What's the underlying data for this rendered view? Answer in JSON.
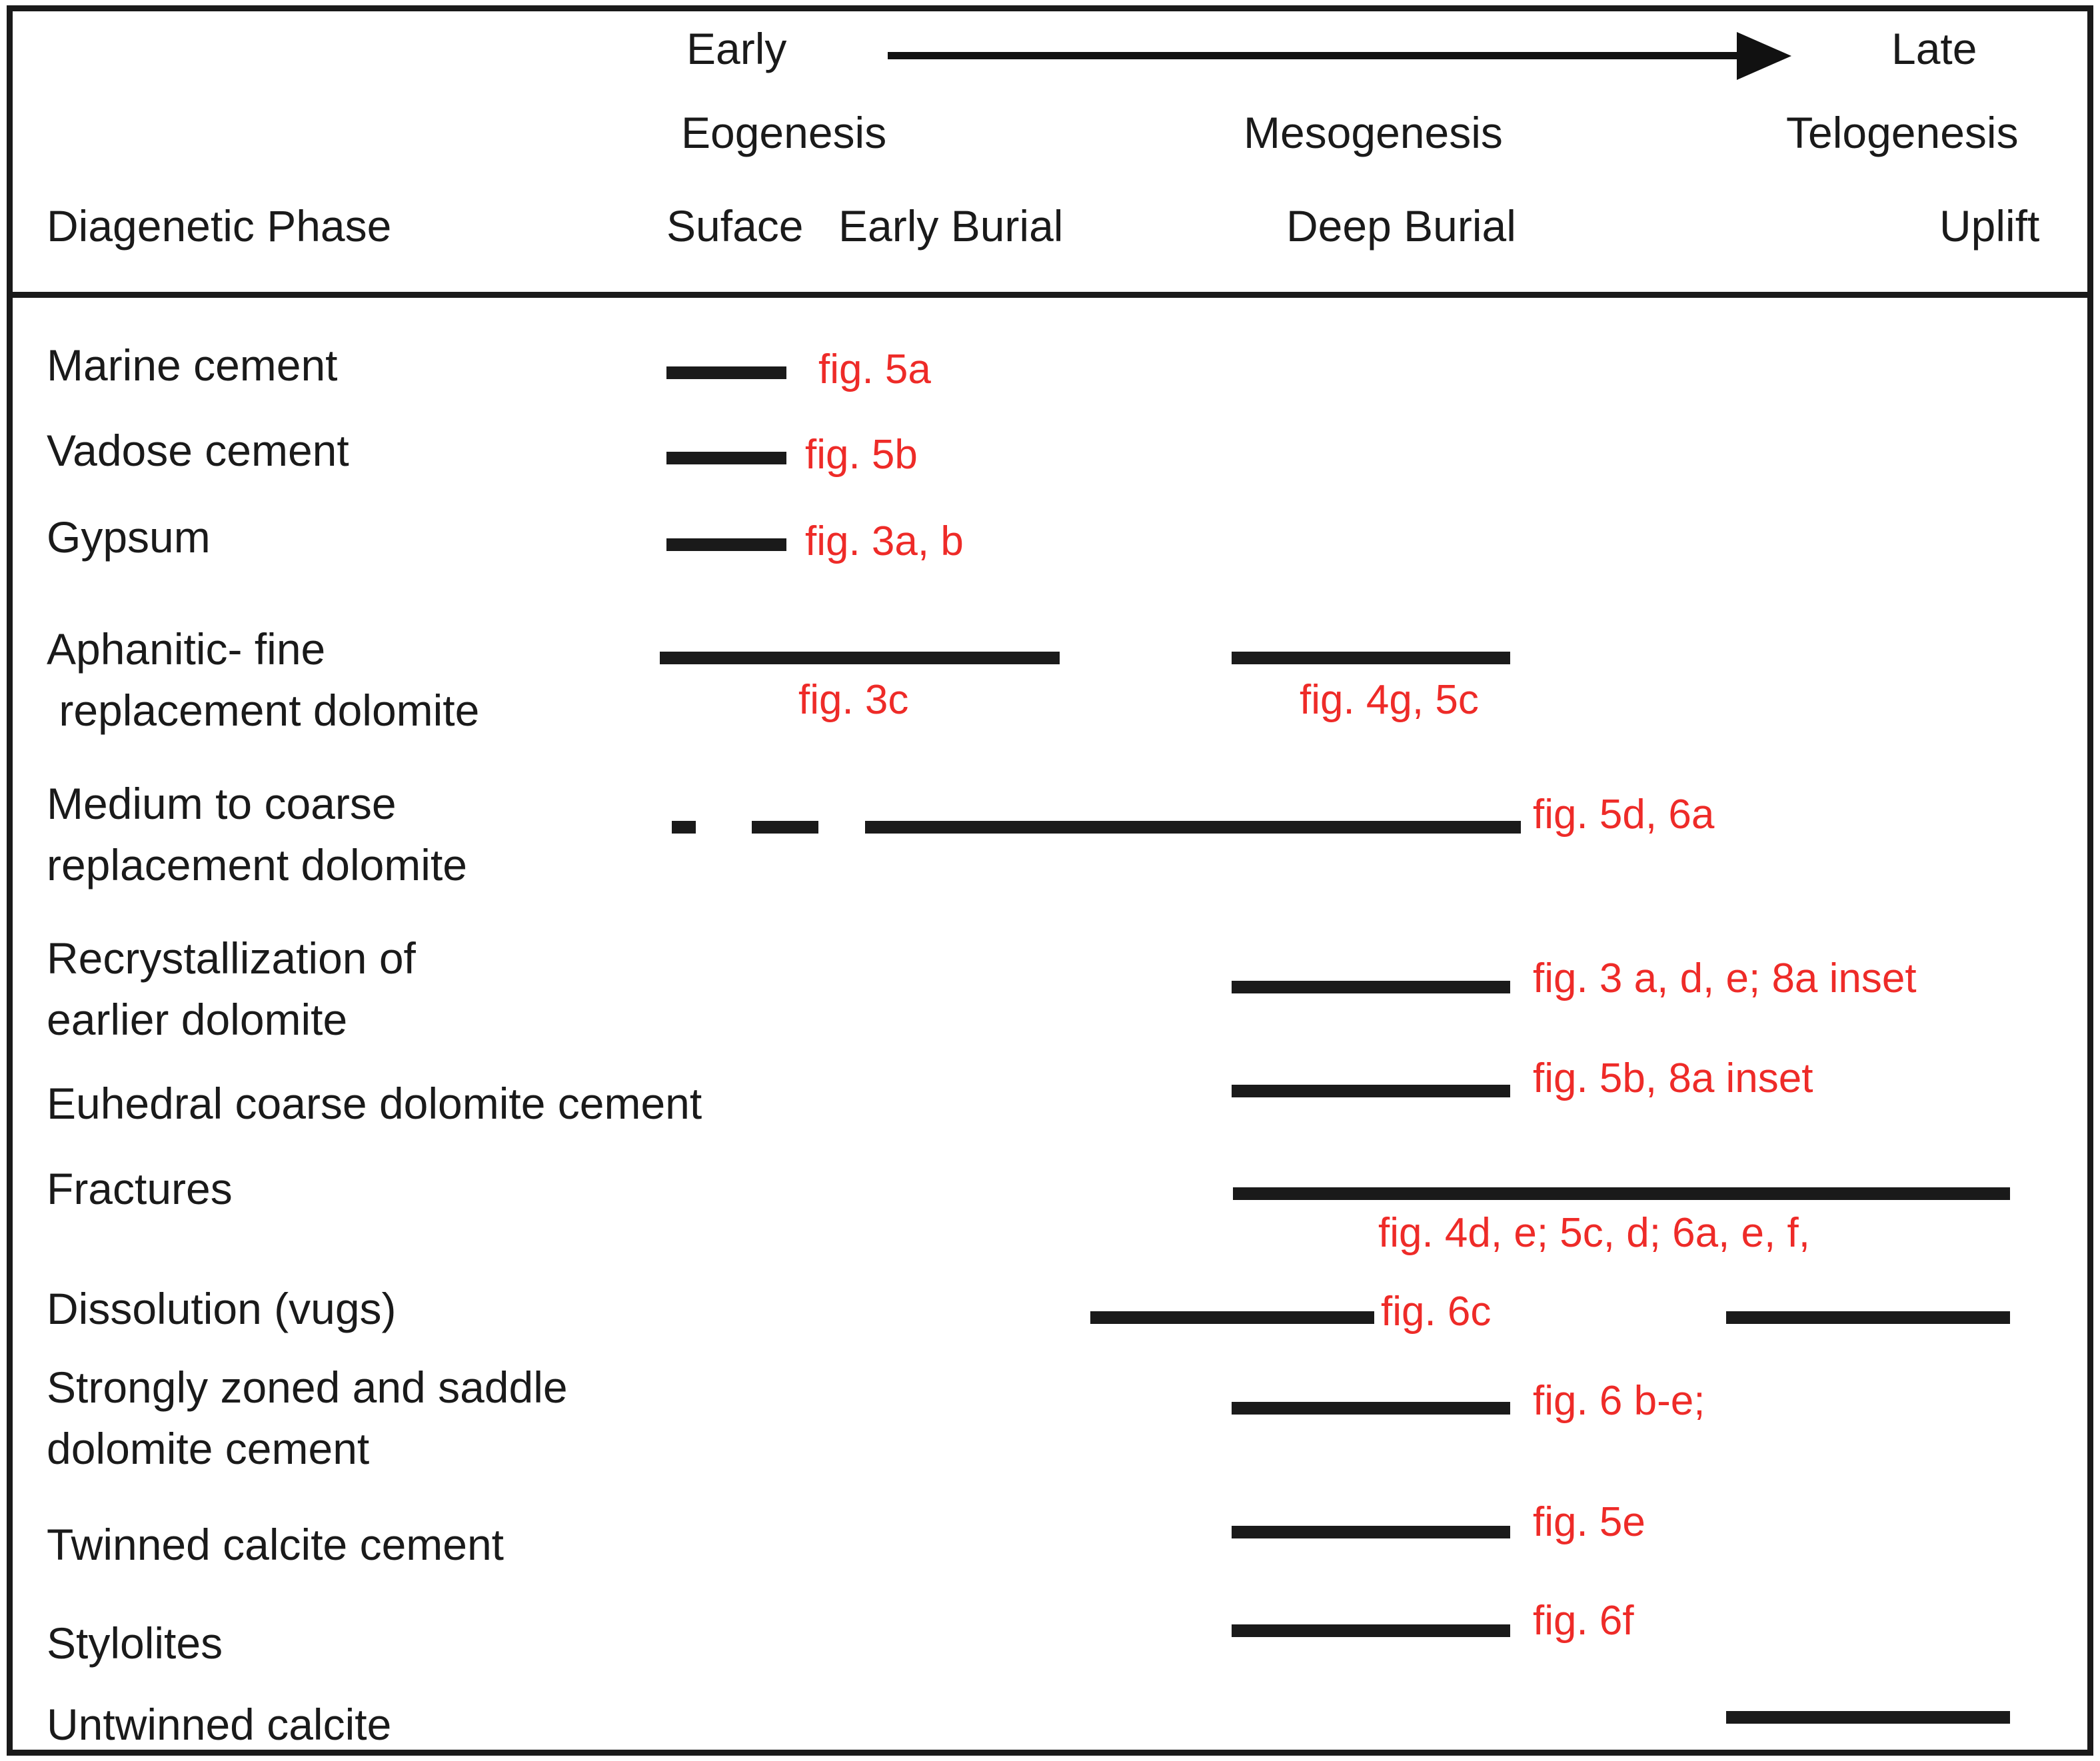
{
  "figure": {
    "title": "Diagenetic paragenesis chart",
    "accent_red": "#ee2b28",
    "bar_color": "#1a1a1a"
  },
  "header": {
    "time_early": "Early",
    "time_late": "Late",
    "arrow": "right-arrow",
    "regimes": [
      "Eogenesis",
      "Mesogenesis",
      "Telogenesis"
    ],
    "phase_column_label": "Diagenetic Phase",
    "settings": [
      "Suface",
      "Early Burial",
      "Deep Burial",
      "Uplift"
    ]
  },
  "chart_data": {
    "type": "table",
    "title": "Diagenetic Phase",
    "xlabel": "",
    "ylabel": "",
    "x_axis_categories": [
      "Suface",
      "Early Burial",
      "Deep Burial",
      "Uplift"
    ],
    "x_axis_regimes": [
      "Eogenesis",
      "Mesogenesis",
      "Telogenesis"
    ],
    "time_direction": "Early to Late",
    "rows": [
      {
        "phase": "Marine cement",
        "bars": [
          {
            "start_pct": 31.7,
            "end_pct": 37.4
          }
        ],
        "figrefs": [
          "fig. 5a"
        ]
      },
      {
        "phase": "Vadose cement",
        "bars": [
          {
            "start_pct": 31.7,
            "end_pct": 37.4
          }
        ],
        "figrefs": [
          "fig. 5b"
        ]
      },
      {
        "phase": "Gypsum",
        "bars": [
          {
            "start_pct": 31.7,
            "end_pct": 37.4
          }
        ],
        "figrefs": [
          "fig. 3a, b"
        ]
      },
      {
        "phase": "Aphanitic- fine\n replacement dolomite",
        "bars": [
          {
            "start_pct": 31.4,
            "end_pct": 50.4
          },
          {
            "start_pct": 58.6,
            "end_pct": 71.9
          }
        ],
        "figrefs": [
          "fig. 3c",
          "fig. 4g, 5c"
        ]
      },
      {
        "phase": "Medium to coarse\nreplacement dolomite",
        "bars": [
          {
            "start_pct": 32.0,
            "end_pct": 33.1
          },
          {
            "start_pct": 35.8,
            "end_pct": 39.0
          },
          {
            "start_pct": 41.2,
            "end_pct": 72.4
          }
        ],
        "figrefs": [
          "fig. 5d, 6a"
        ]
      },
      {
        "phase": "Recrystallization of\nearlier dolomite",
        "bars": [
          {
            "start_pct": 58.6,
            "end_pct": 71.9
          }
        ],
        "figrefs": [
          "fig. 3 a, d, e; 8a inset"
        ]
      },
      {
        "phase": "Euhedral coarse dolomite cement",
        "bars": [
          {
            "start_pct": 58.6,
            "end_pct": 71.9
          }
        ],
        "figrefs": [
          "fig. 5b, 8a inset"
        ]
      },
      {
        "phase": "Fractures",
        "bars": [
          {
            "start_pct": 58.7,
            "end_pct": 95.7
          }
        ],
        "figrefs": [
          "fig. 4d, e; 5c, d; 6a, e, f,"
        ]
      },
      {
        "phase": "Dissolution (vugs)",
        "bars": [
          {
            "start_pct": 51.9,
            "end_pct": 65.4
          },
          {
            "start_pct": 82.2,
            "end_pct": 95.7
          }
        ],
        "figrefs": [
          "fig. 6c"
        ]
      },
      {
        "phase": "Strongly zoned and saddle\ndolomite cement",
        "bars": [
          {
            "start_pct": 58.6,
            "end_pct": 71.9
          }
        ],
        "figrefs": [
          "fig. 6 b-e;"
        ]
      },
      {
        "phase": "Twinned calcite cement",
        "bars": [
          {
            "start_pct": 58.6,
            "end_pct": 71.9
          }
        ],
        "figrefs": [
          "fig. 5e"
        ]
      },
      {
        "phase": "Stylolites",
        "bars": [
          {
            "start_pct": 58.6,
            "end_pct": 71.9
          }
        ],
        "figrefs": [
          "fig. 6f"
        ]
      },
      {
        "phase": "Untwinned calcite",
        "bars": [
          {
            "start_pct": 82.2,
            "end_pct": 95.7
          }
        ],
        "figrefs": []
      }
    ]
  },
  "rows": {
    "r0": {
      "label": "Marine cement",
      "fig": "fig. 5a"
    },
    "r1": {
      "label": "Vadose cement",
      "fig": "fig. 5b"
    },
    "r2": {
      "label": "Gypsum",
      "fig": "fig. 3a, b"
    },
    "r3": {
      "label_line1": "Aphanitic- fine",
      "label_line2": " replacement dolomite",
      "fig1": "fig. 3c",
      "fig2": "fig. 4g, 5c"
    },
    "r4": {
      "label_line1": "Medium to coarse",
      "label_line2": "replacement dolomite",
      "fig": "fig. 5d, 6a"
    },
    "r5": {
      "label_line1": "Recrystallization of",
      "label_line2": "earlier dolomite",
      "fig": "fig. 3 a, d, e; 8a inset"
    },
    "r6": {
      "label": "Euhedral coarse dolomite cement",
      "fig": "fig. 5b, 8a inset"
    },
    "r7": {
      "label": "Fractures",
      "fig": "fig. 4d, e; 5c, d; 6a, e, f,"
    },
    "r8": {
      "label": "Dissolution (vugs)",
      "fig": "fig. 6c"
    },
    "r9": {
      "label_line1": "Strongly zoned and saddle",
      "label_line2": "dolomite cement",
      "fig": "fig. 6 b-e;"
    },
    "r10": {
      "label": "Twinned calcite cement",
      "fig": "fig. 5e"
    },
    "r11": {
      "label": "Stylolites",
      "fig": "fig. 6f"
    },
    "r12": {
      "label": "Untwinned calcite"
    }
  }
}
